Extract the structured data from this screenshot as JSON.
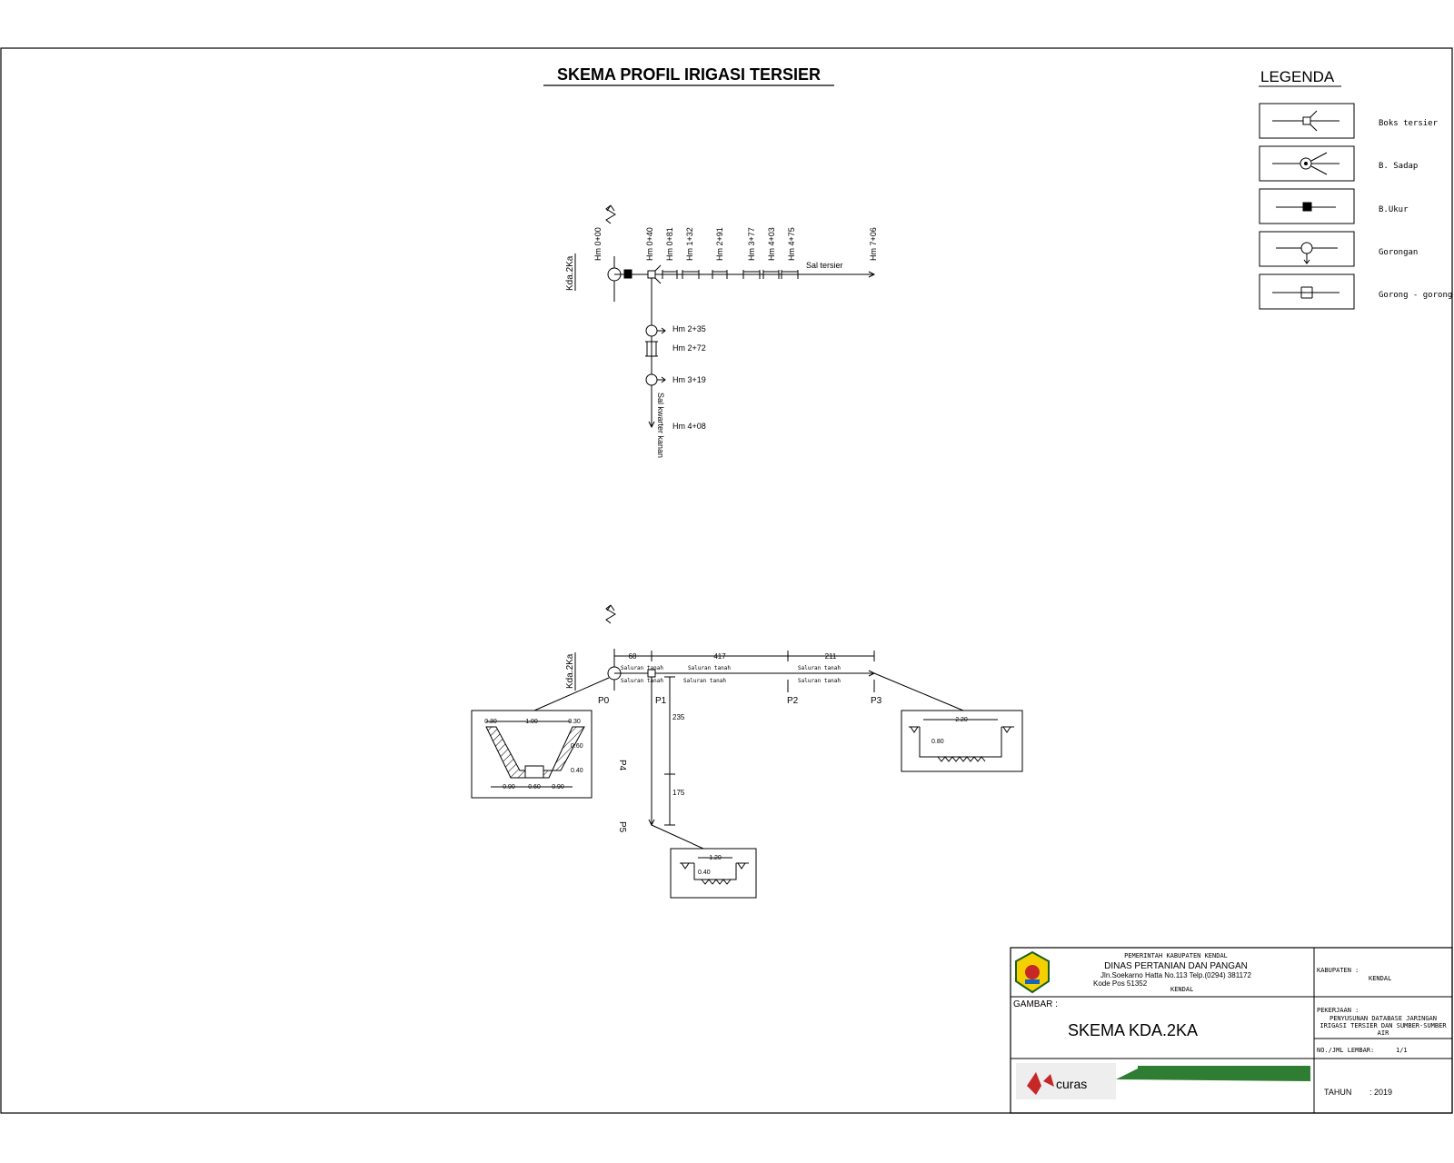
{
  "title": "SKEMA PROFIL IRIGASI TERSIER",
  "legend": {
    "heading": "LEGENDA",
    "items": [
      {
        "symbol": "boks-tersier-icon",
        "label": "Boks tersier"
      },
      {
        "symbol": "boks-sadap-icon",
        "label": "B. Sadap"
      },
      {
        "symbol": "boks-ukur-icon",
        "label": "B.Ukur"
      },
      {
        "symbol": "gorongan-icon",
        "label": "Gorongan"
      },
      {
        "symbol": "gorong-gorong-icon",
        "label": "Gorong - gorong"
      }
    ]
  },
  "schema_top": {
    "origin_label": "Kda.2Ka",
    "stations_main": [
      "Hm 0+00",
      "Hm 0+40",
      "Hm 0+81",
      "Hm 1+32",
      "Hm 2+91",
      "Hm 3+77",
      "Hm 4+03",
      "Hm 4+75",
      "Hm 7+06"
    ],
    "main_channel_label": "Sal tersier",
    "stations_branch": [
      "Hm 2+35",
      "Hm 2+72",
      "Hm 3+19",
      "Hm 4+08"
    ],
    "branch_channel_label": "Sal kwarter kanan"
  },
  "schema_bottom": {
    "origin_label": "Kda.2Ka",
    "points": [
      "P0",
      "P1",
      "P2",
      "P3",
      "P4",
      "P5"
    ],
    "dims_main": [
      "68",
      "417",
      "211"
    ],
    "dims_branch": [
      "235",
      "175"
    ],
    "channel_labels": [
      "Saluran tanah",
      "Saluran tanah",
      "Saluran tanah",
      "Saluran tanah",
      "Saluran tanah",
      "Saluran tanah"
    ]
  },
  "sections": {
    "left": {
      "top": "1.00",
      "side_left": "0.30",
      "side_right": "0.30",
      "height": "0.60",
      "depth": "0.40",
      "bottom": [
        "0.90",
        "0.60",
        "0.90"
      ]
    },
    "right": {
      "width": "2.20",
      "height": "0.80"
    },
    "bottom": {
      "width": "1.20",
      "height": "0.40"
    }
  },
  "title_block": {
    "gov": "PEMERINTAH KABUPATEN KENDAL",
    "dept": "DINAS PERTANIAN DAN PANGAN",
    "address": "Jln.Soekarno Hatta No.113 Telp.(0294) 381172",
    "postcode": "Kode Pos 51352",
    "city": "KENDAL",
    "kabupaten_label": "KABUPATEN :",
    "kabupaten_value": "KENDAL",
    "gambar_label": "GAMBAR :",
    "gambar_value": "SKEMA KDA.2KA",
    "pekerjaan_label": "PEKERJAAN :",
    "pekerjaan_value_1": "PENYUSUNAN DATABASE JARINGAN",
    "pekerjaan_value_2": "IRIGASI TERSIER DAN SUMBER-SUMBER",
    "pekerjaan_value_3": "AIR",
    "lembar_label": "NO./JML LEMBAR:",
    "lembar_value": "1/1",
    "tahun_label": "TAHUN",
    "tahun_value": ": 2019",
    "consultant_logo_text": "curas"
  },
  "colors": {
    "line": "#000000",
    "accent_green": "#2e7d32",
    "logo_red": "#c62828"
  }
}
